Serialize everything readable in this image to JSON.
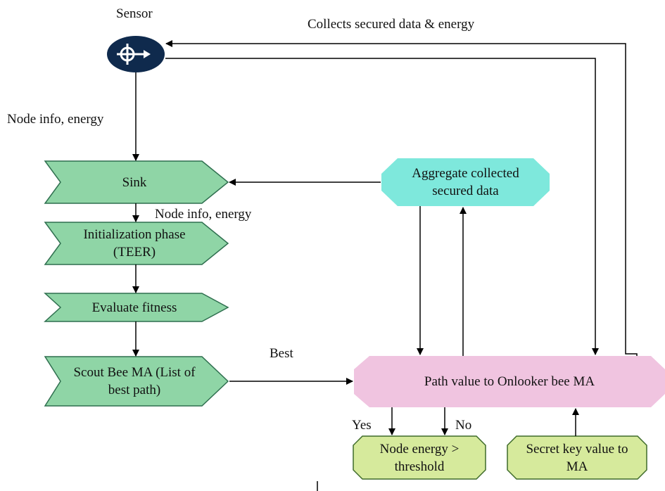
{
  "sensor": {
    "label": "Sensor",
    "icon": "sensor-icon"
  },
  "flow_labels": {
    "collects": "Collects secured data & energy",
    "node_info_1": "Node info, energy",
    "node_info_2": "Node info, energy",
    "best": "Best",
    "yes": "Yes",
    "no": "No"
  },
  "nodes": {
    "sink": "Sink",
    "init_line1": "Initialization phase",
    "init_line2": "(TEER)",
    "evaluate": "Evaluate fitness",
    "scout_line1": "Scout Bee MA (List of",
    "scout_line2": "best path)",
    "aggregate_line1": "Aggregate collected",
    "aggregate_line2": "secured data",
    "path_value": "Path value to Onlooker bee MA",
    "energy_line1": "Node energy >",
    "energy_line2": "threshold",
    "secret_line1": "Secret key value to",
    "secret_line2": "MA"
  },
  "colors": {
    "chevron_fill": "#8fd5a6",
    "chevron_stroke": "#2f6f4f",
    "aggregate_fill": "#7ee8dc",
    "path_fill": "#f0c4e0",
    "decision_fill": "#d6ea9c",
    "decision_stroke": "#3e6b2a",
    "sensor_fill": "#0f2a4d"
  }
}
